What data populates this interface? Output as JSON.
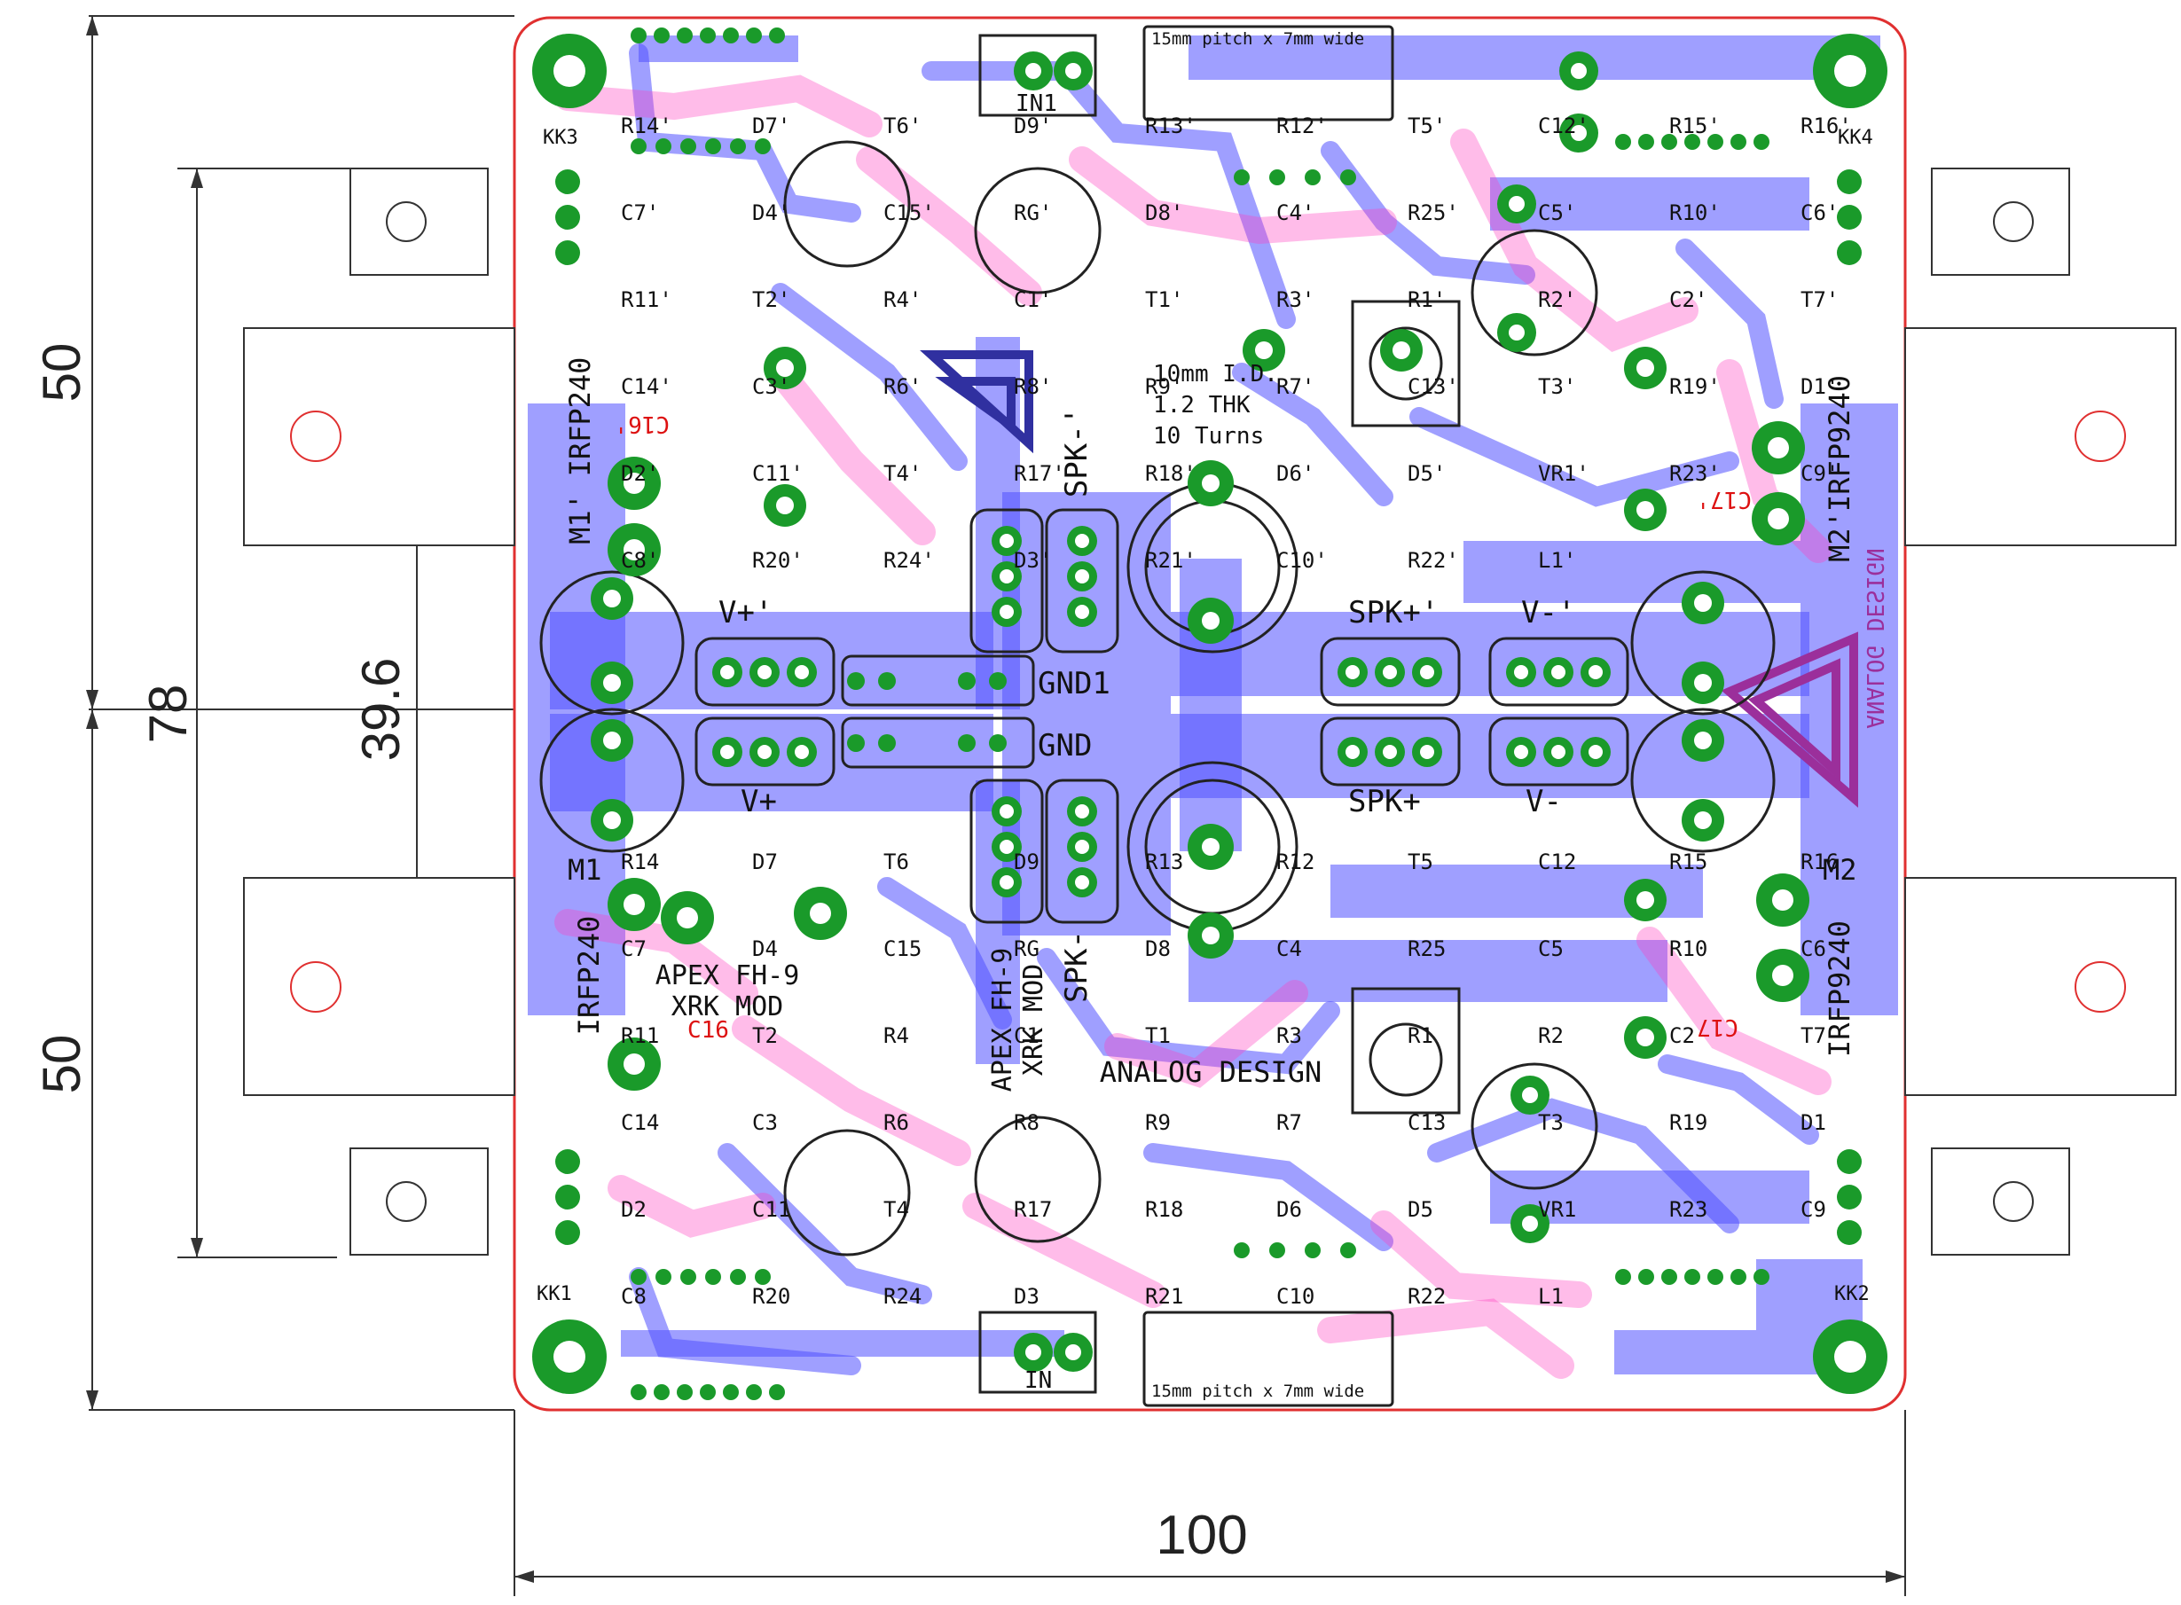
{
  "dimensions": {
    "total_width": "100",
    "upper_height": "50",
    "lower_height": "50",
    "overall_height": "78",
    "fet_spacing": "39.6"
  },
  "board": {
    "brand": "ANALOG DESIGN",
    "brand_mirrored": "ANALOG DESIGN",
    "project_top": [
      "APEX FH-9",
      "XRK MOD"
    ],
    "project_mid": [
      "APEX FH-9",
      "XRK MOD"
    ],
    "inductor_note": [
      "10mm I.D.",
      "1.2 THK",
      "10 Turns"
    ],
    "cap_note": "15mm pitch x 7mm wide"
  },
  "mosfets": {
    "left_top": "IRFP240",
    "left_top_ref": "M1'",
    "left_bottom": "IRFP240",
    "left_bottom_ref": "M1",
    "right_top": "IRFP9240",
    "right_top_ref": "M2'",
    "right_bottom": "IRFP9240",
    "right_bottom_ref": "M2"
  },
  "connectors": {
    "in_top": "IN1",
    "in_bottom": "IN",
    "gnd1": "GND1",
    "gnd": "GND",
    "vp_top": "V+'",
    "vp_bottom": "V+",
    "vn_top": "V-'",
    "vn_bottom": "V-",
    "spkp_top": "SPK+'",
    "spkp_bottom": "SPK+",
    "spkn_top": "SPK-'",
    "spkn_bottom": "SPK-"
  },
  "heatsinks": [
    "KK3",
    "KK4",
    "KK1",
    "KK2"
  ],
  "refs_top": [
    "R14'",
    "D7'",
    "T6'",
    "D9'",
    "R13'",
    "R12'",
    "T5'",
    "C12'",
    "R15'",
    "R16'",
    "C7'",
    "D4'",
    "C15'",
    "RG'",
    "D8'",
    "C4'",
    "R25'",
    "C5'",
    "R10'",
    "C6'",
    "R11'",
    "T2'",
    "R4'",
    "C1'",
    "T1'",
    "R3'",
    "R1'",
    "R2'",
    "C2'",
    "T7'",
    "C14'",
    "C3'",
    "R6'",
    "R8'",
    "R9'",
    "R7'",
    "C13'",
    "T3'",
    "R19'",
    "D1'",
    "D2'",
    "C11'",
    "T4'",
    "R17'",
    "R18'",
    "D6'",
    "D5'",
    "VR1'",
    "R23'",
    "C9'",
    "C8'",
    "R20'",
    "R24'",
    "D3'",
    "R21'",
    "C10'",
    "R22'",
    "L1'"
  ],
  "refs_bottom": [
    "R14",
    "D7",
    "T6",
    "D9",
    "R13",
    "R12",
    "T5",
    "C12",
    "R15",
    "R16",
    "C7",
    "D4",
    "C15",
    "RG",
    "D8",
    "C4",
    "R25",
    "C5",
    "R10",
    "C6",
    "R11",
    "T2",
    "R4",
    "C1",
    "T1",
    "R3",
    "R1",
    "R2",
    "C2",
    "T7",
    "C14",
    "C3",
    "R6",
    "R8",
    "R9",
    "R7",
    "C13",
    "T3",
    "R19",
    "D1",
    "D2",
    "C11",
    "T4",
    "R17",
    "R18",
    "D6",
    "D5",
    "VR1",
    "R23",
    "C9",
    "C8",
    "R20",
    "R24",
    "D3",
    "R21",
    "C10",
    "R22",
    "L1"
  ],
  "red_refs": [
    "C16'",
    "C17'",
    "C16",
    "C17"
  ],
  "colors": {
    "top_copper": "#ff3fbf",
    "bottom_copper": "#5050ff",
    "pad": "#1a9a2a",
    "edge": "#e03030",
    "logo": "#9b2f9b"
  }
}
